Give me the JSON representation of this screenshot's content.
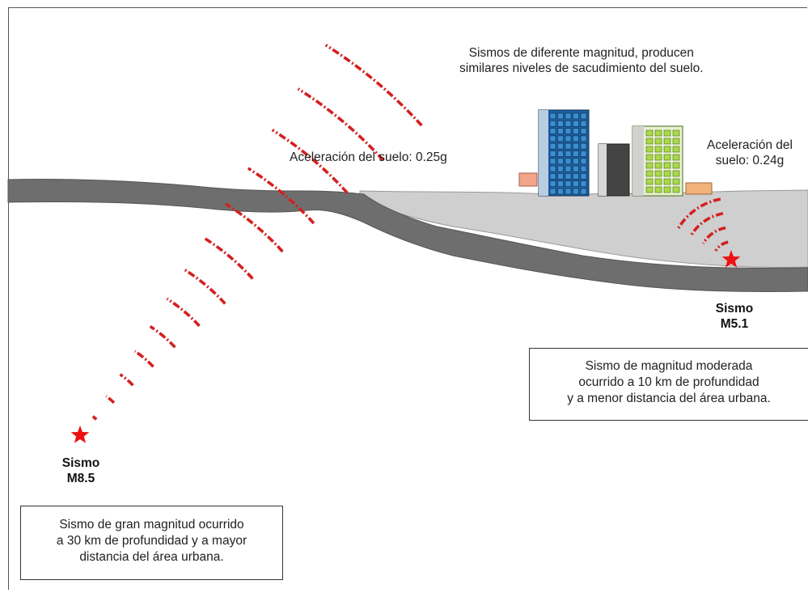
{
  "top_caption": {
    "line1": "Sismos de diferente magnitud, producen",
    "line2": "similares niveles de sacudimiento del suelo."
  },
  "accel_left": "Aceleración del suelo: 0.25g",
  "accel_right": {
    "line1": "Aceleración del",
    "line2": "suelo:  0.24g"
  },
  "quake_right": {
    "name": "Sismo",
    "magnitude": "M5.1",
    "description": [
      "Sismo de magnitud moderada",
      "ocurrido a 10 km de profundidad",
      "y a menor distancia del área urbana."
    ]
  },
  "quake_left": {
    "name": "Sismo",
    "magnitude": "M8.5",
    "description": [
      "Sismo de gran magnitud ocurrido",
      "a 30 km de profundidad y a mayor",
      "distancia del área urbana."
    ]
  },
  "colors": {
    "wave": "#d42020",
    "star": "#ee1111",
    "crust": "#6e6e6e",
    "basin": "#cfcfcf",
    "building_blue": "#1f5fa0",
    "building_green": "#a8d94a"
  }
}
